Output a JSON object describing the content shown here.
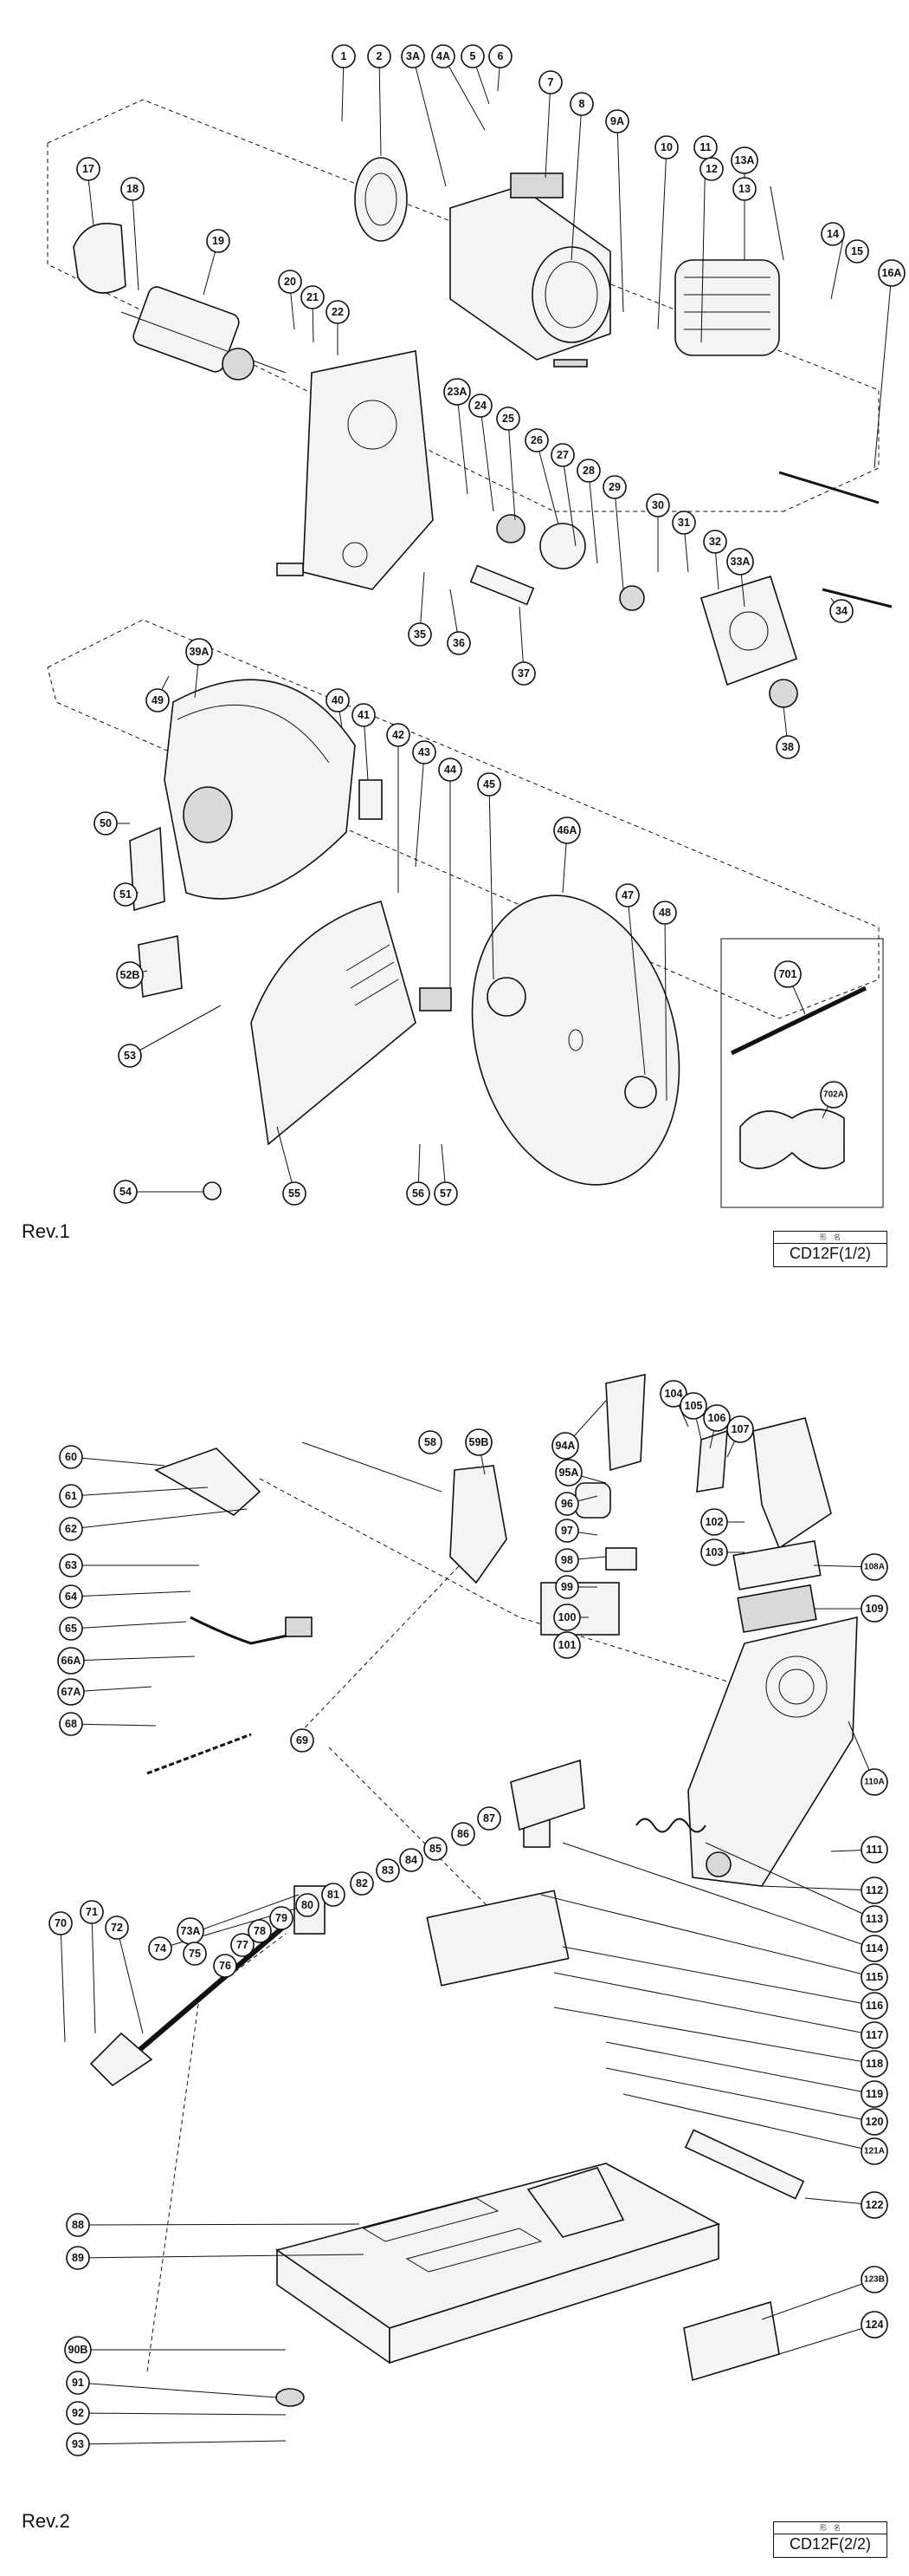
{
  "pages": [
    {
      "revision": "Rev.1",
      "model_caption": "形　名",
      "model_code": "CD12F(1/2)",
      "callouts": [
        "1",
        "2",
        "3A",
        "4A",
        "5",
        "6",
        "7",
        "8",
        "9A",
        "10",
        "11",
        "12",
        "13A",
        "13",
        "14",
        "15",
        "16A",
        "17",
        "18",
        "19",
        "20",
        "21",
        "22",
        "23A",
        "24",
        "25",
        "26",
        "27",
        "28",
        "29",
        "30",
        "31",
        "32",
        "33A",
        "34",
        "35",
        "36",
        "37",
        "38",
        "39A",
        "40",
        "41",
        "42",
        "43",
        "44",
        "45",
        "46A",
        "47",
        "48",
        "49",
        "50",
        "51",
        "52B",
        "53",
        "54",
        "55",
        "56",
        "57",
        "701",
        "702A"
      ]
    },
    {
      "revision": "Rev.2",
      "model_caption": "形　名",
      "model_code": "CD12F(2/2)",
      "callouts": [
        "58",
        "59B",
        "60",
        "61",
        "62",
        "63",
        "64",
        "65",
        "66A",
        "67A",
        "68",
        "69",
        "70",
        "71",
        "72",
        "73A",
        "74",
        "75",
        "76",
        "77",
        "78",
        "79",
        "80",
        "81",
        "82",
        "83",
        "84",
        "85",
        "86",
        "87",
        "88",
        "89",
        "90B",
        "91",
        "92",
        "93",
        "94A",
        "95A",
        "96",
        "97",
        "98",
        "99",
        "100",
        "101",
        "102",
        "103",
        "104",
        "105",
        "106",
        "107",
        "108A",
        "109",
        "110A",
        "111",
        "112",
        "113",
        "114",
        "115",
        "116",
        "117",
        "118",
        "119",
        "120",
        "121A",
        "122",
        "123B",
        "124"
      ]
    }
  ]
}
